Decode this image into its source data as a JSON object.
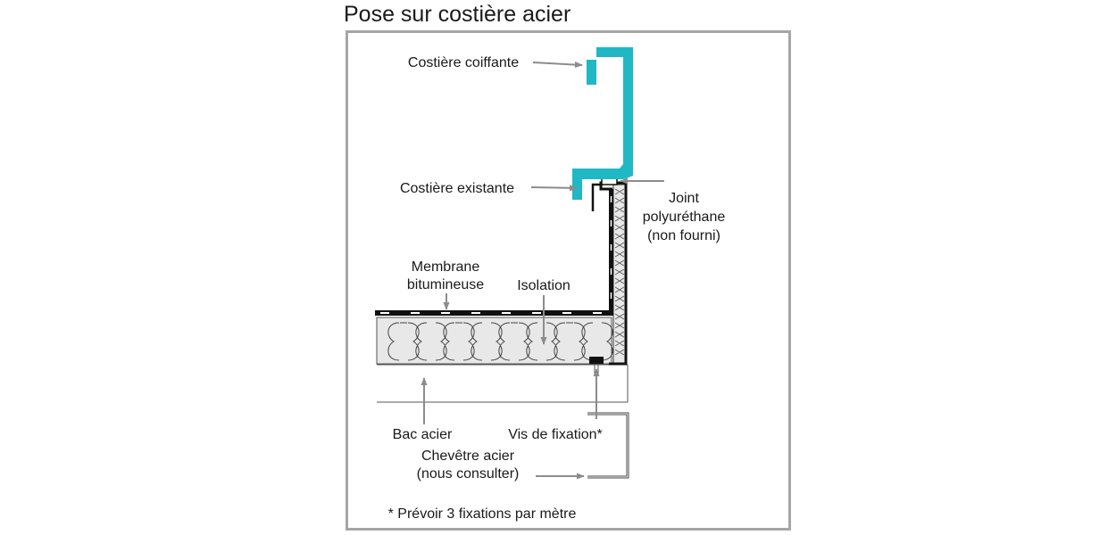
{
  "title": "Pose sur costière acier",
  "labels": {
    "costiere_coiffante": "Costière coiffante",
    "costiere_existante": "Costière existante",
    "joint_line1": "Joint",
    "joint_line2": "polyuréthane",
    "joint_line3": "(non fourni)",
    "membrane_line1": "Membrane",
    "membrane_line2": "bitumineuse",
    "isolation": "Isolation",
    "bac_acier": "Bac acier",
    "vis_fixation": "Vis de fixation*",
    "chevetre_line1": "Chevêtre acier",
    "chevetre_line2": "(nous consulter)",
    "footnote": "* Prévoir 3 fixations par mètre"
  },
  "colors": {
    "cap": "#1fb8c4",
    "frame": "#a6a6a6",
    "arrow": "#8c8c8c",
    "insulation_fill": "#e8e8e8",
    "ink": "#1a1a1a"
  }
}
